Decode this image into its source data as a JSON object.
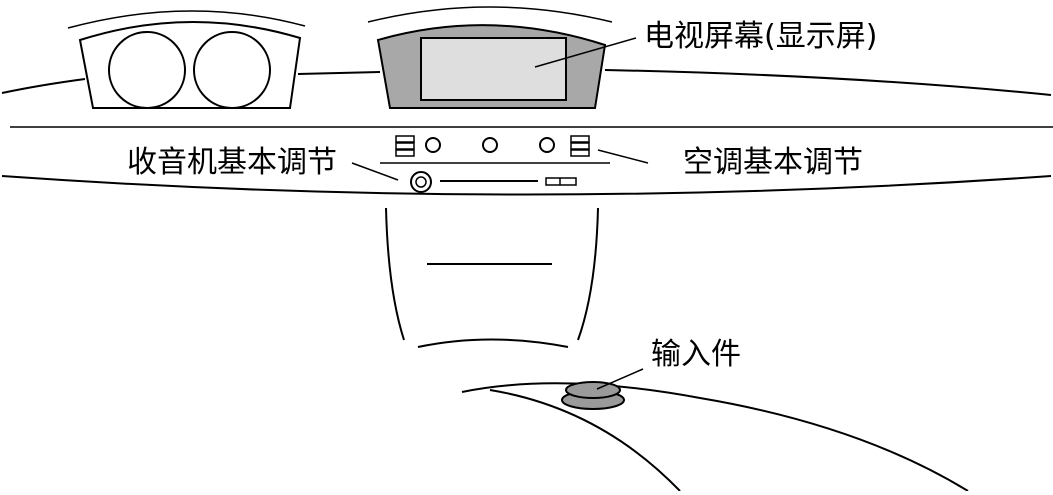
{
  "labels": {
    "tv_screen": "电视屏幕(显示屏)",
    "radio_controls": "收音机基本调节",
    "ac_controls": "空调基本调节",
    "input_device": "输入件"
  },
  "colors": {
    "line": "#000000",
    "console_fill": "#a8a8a8",
    "screen_fill": "#dedede",
    "knob_fill": "#9a9a9a",
    "background": "#ffffff"
  }
}
